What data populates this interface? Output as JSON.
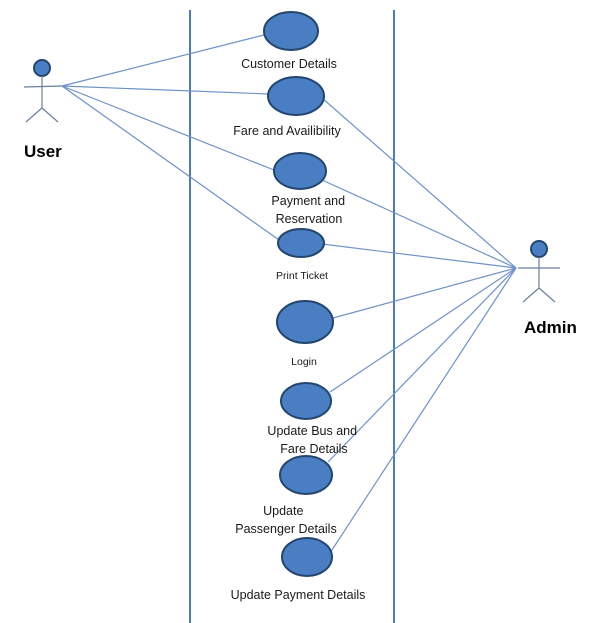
{
  "actors": {
    "user": {
      "label": "User"
    },
    "admin": {
      "label": "Admin"
    }
  },
  "use_cases": {
    "customer_details": {
      "lines": [
        "Customer Details"
      ]
    },
    "fare_availability": {
      "lines": [
        "Fare and Availibility"
      ]
    },
    "payment_reservation": {
      "lines": [
        "Payment and",
        "Reservation"
      ]
    },
    "print_ticket": {
      "lines": [
        "Print Ticket"
      ]
    },
    "login": {
      "lines": [
        "Login"
      ]
    },
    "update_bus_fare": {
      "lines": [
        "Update Bus and",
        "Fare Details"
      ]
    },
    "update_passenger": {
      "lines": [
        "Update",
        "Passenger Details"
      ]
    },
    "update_payment": {
      "lines": [
        "Update Payment Details"
      ]
    }
  },
  "colors": {
    "use_case_fill": "#4a7ec3",
    "use_case_stroke": "#23466f",
    "association_line": "#6d93c9",
    "system_boundary": "#4d7ab8"
  }
}
